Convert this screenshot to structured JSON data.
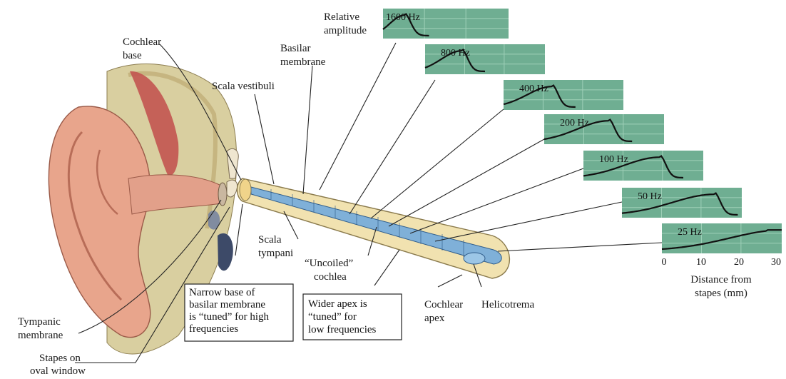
{
  "labels": {
    "relative_amplitude": [
      "Relative",
      "amplitude"
    ],
    "cochlear_base": [
      "Cochlear",
      "base"
    ],
    "basilar_membrane": [
      "Basilar",
      "membrane"
    ],
    "scala_vestibuli": "Scala vestibuli",
    "scala_tympani": [
      "Scala",
      "tympani"
    ],
    "uncoiled_cochlea": [
      "“Uncoiled”",
      "cochlea"
    ],
    "cochlear_apex": [
      "Cochlear",
      "apex"
    ],
    "helicotrema": "Helicotrema",
    "tympanic_membrane": [
      "Tympanic",
      "membrane"
    ],
    "stapes": [
      "Stapes on",
      "oval window"
    ],
    "narrow_base_box": [
      "Narrow base of",
      "basilar membrane",
      "is “tuned” for high",
      "frequencies"
    ],
    "wider_apex_box": [
      "Wider apex is",
      "“tuned” for",
      "low frequencies"
    ],
    "distance_axis": [
      "Distance from",
      "stapes (mm)"
    ]
  },
  "chart_data": {
    "type": "line",
    "x_ticks": [
      "0",
      "10",
      "20",
      "30"
    ],
    "xlim": [
      0,
      30
    ],
    "series": [
      {
        "name": "1600 Hz",
        "peak_mm": 5
      },
      {
        "name": "800 Hz",
        "peak_mm": 9
      },
      {
        "name": "400 Hz",
        "peak_mm": 12
      },
      {
        "name": "200 Hz",
        "peak_mm": 16
      },
      {
        "name": "100 Hz",
        "peak_mm": 19
      },
      {
        "name": "50 Hz",
        "peak_mm": 23
      },
      {
        "name": "25 Hz",
        "peak_mm": 30
      }
    ]
  },
  "colors": {
    "panel": "#6fae92",
    "skin": "#e8a58c",
    "bone": "#d9cfa0",
    "cochlea_outer": "#f1e2b0",
    "basilar": "#7fb0d8"
  }
}
